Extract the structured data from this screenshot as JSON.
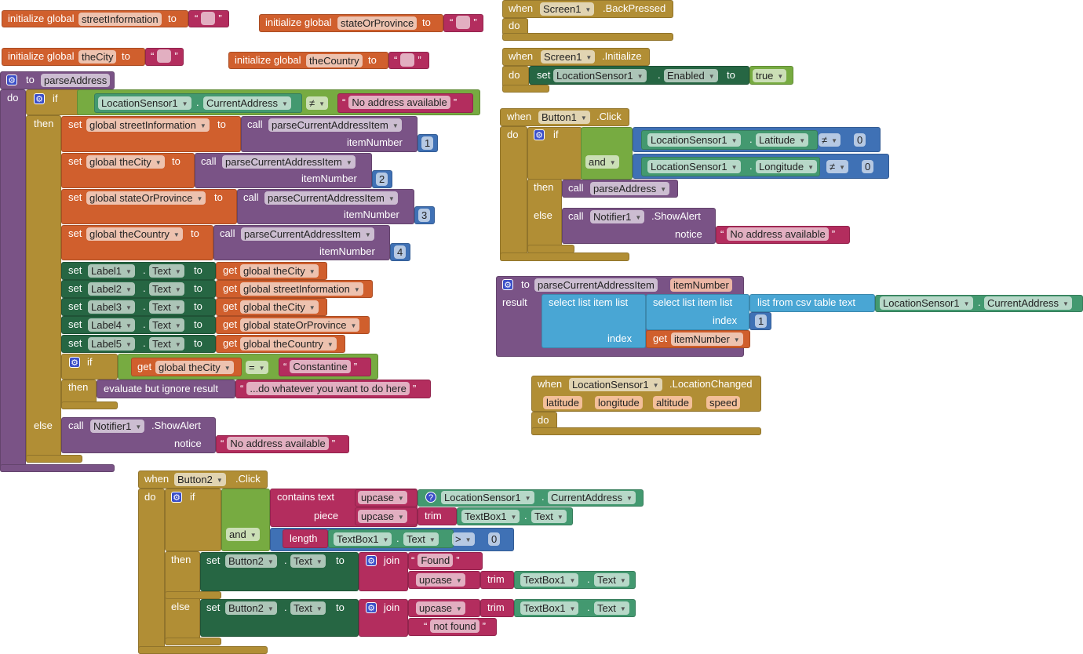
{
  "globals": [
    {
      "keyword": "initialize global",
      "name": "streetInformation",
      "to": "to",
      "value": ""
    },
    {
      "keyword": "initialize global",
      "name": "stateOrProvince",
      "to": "to",
      "value": ""
    },
    {
      "keyword": "initialize global",
      "name": "theCity",
      "to": "to",
      "value": ""
    },
    {
      "keyword": "initialize global",
      "name": "theCountry",
      "to": "to",
      "value": ""
    }
  ],
  "back_pressed": {
    "when": "when",
    "component": "Screen1",
    "event": ".BackPressed",
    "do": "do"
  },
  "initialize": {
    "when": "when",
    "component": "Screen1",
    "event": ".Initialize",
    "do": "do",
    "set": "set",
    "target": "LocationSensor1",
    "dot": ".",
    "property": "Enabled",
    "to": "to",
    "value": "true"
  },
  "button1_click": {
    "when": "when",
    "component": "Button1",
    "event": ".Click",
    "do": "do",
    "if": "if",
    "then": "then",
    "else": "else",
    "and": "and",
    "cond1": {
      "component": "LocationSensor1",
      "dot": ".",
      "property": "Latitude",
      "op": "≠",
      "value": "0"
    },
    "cond2": {
      "component": "LocationSensor1",
      "dot": ".",
      "property": "Longitude",
      "op": "≠",
      "value": "0"
    },
    "call1": {
      "call": "call",
      "procedure": "parseAddress"
    },
    "call2": {
      "call": "call",
      "component": "Notifier1",
      "method": ".ShowAlert",
      "arg": "notice",
      "value": "No address available"
    }
  },
  "parse_address": {
    "to": "to",
    "name": "parseAddress",
    "do": "do",
    "if": "if",
    "then": "then",
    "else": "else",
    "cond": {
      "component": "LocationSensor1",
      "dot": ".",
      "property": "CurrentAddress",
      "op": "≠",
      "value": "No address available"
    },
    "sets": [
      {
        "set": "set",
        "var": "global streetInformation",
        "to": "to",
        "call": "call",
        "procedure": "parseCurrentAddressItem",
        "arg": "itemNumber",
        "value": "1"
      },
      {
        "set": "set",
        "var": "global theCity",
        "to": "to",
        "call": "call",
        "procedure": "parseCurrentAddressItem",
        "arg": "itemNumber",
        "value": "2"
      },
      {
        "set": "set",
        "var": "global stateOrProvince",
        "to": "to",
        "call": "call",
        "procedure": "parseCurrentAddressItem",
        "arg": "itemNumber",
        "value": "3"
      },
      {
        "set": "set",
        "var": "global theCountry",
        "to": "to",
        "call": "call",
        "procedure": "parseCurrentAddressItem",
        "arg": "itemNumber",
        "value": "4"
      }
    ],
    "labels": [
      {
        "set": "set",
        "component": "Label1",
        "dot": ".",
        "property": "Text",
        "to": "to",
        "get": "get",
        "var": "global theCity"
      },
      {
        "set": "set",
        "component": "Label2",
        "dot": ".",
        "property": "Text",
        "to": "to",
        "get": "get",
        "var": "global streetInformation"
      },
      {
        "set": "set",
        "component": "Label3",
        "dot": ".",
        "property": "Text",
        "to": "to",
        "get": "get",
        "var": "global theCity"
      },
      {
        "set": "set",
        "component": "Label4",
        "dot": ".",
        "property": "Text",
        "to": "to",
        "get": "get",
        "var": "global stateOrProvince"
      },
      {
        "set": "set",
        "component": "Label5",
        "dot": ".",
        "property": "Text",
        "to": "to",
        "get": "get",
        "var": "global theCountry"
      }
    ],
    "inner_if": {
      "if": "if",
      "then": "then",
      "get": "get",
      "var": "global theCity",
      "op": "=",
      "value": "Constantine",
      "evaluate": "evaluate but ignore result",
      "eval_value": "...do whatever you want to do here"
    },
    "else_call": {
      "call": "call",
      "component": "Notifier1",
      "method": ".ShowAlert",
      "arg": "notice",
      "value": "No address available"
    }
  },
  "parse_item": {
    "to": "to",
    "name": "parseCurrentAddressItem",
    "param": "itemNumber",
    "result": "result",
    "select1": "select list item  list",
    "select2": "select list item  list",
    "index": "index",
    "index2": "index",
    "csv": "list from csv table  text",
    "component": "LocationSensor1",
    "dot": ".",
    "property": "CurrentAddress",
    "index_value": "1",
    "get": "get",
    "var": "itemNumber"
  },
  "location_changed": {
    "when": "when",
    "component": "LocationSensor1",
    "event": ".LocationChanged",
    "params": [
      "latitude",
      "longitude",
      "altitude",
      "speed"
    ],
    "do": "do"
  },
  "button2_click": {
    "when": "when",
    "component": "Button2",
    "event": ".Click",
    "do": "do",
    "if": "if",
    "then": "then",
    "else": "else",
    "and": "and",
    "contains": "contains  text",
    "piece": "piece",
    "upcase": "upcase",
    "trim": "trim",
    "length": "length",
    "sensor": "LocationSensor1",
    "dot": ".",
    "address": "CurrentAddress",
    "textbox": "TextBox1",
    "text": "Text",
    "op": ">",
    "zero": "0",
    "set": "set",
    "button": "Button2",
    "to": "to",
    "join": "join",
    "found": "Found",
    "not_found": "not found"
  }
}
